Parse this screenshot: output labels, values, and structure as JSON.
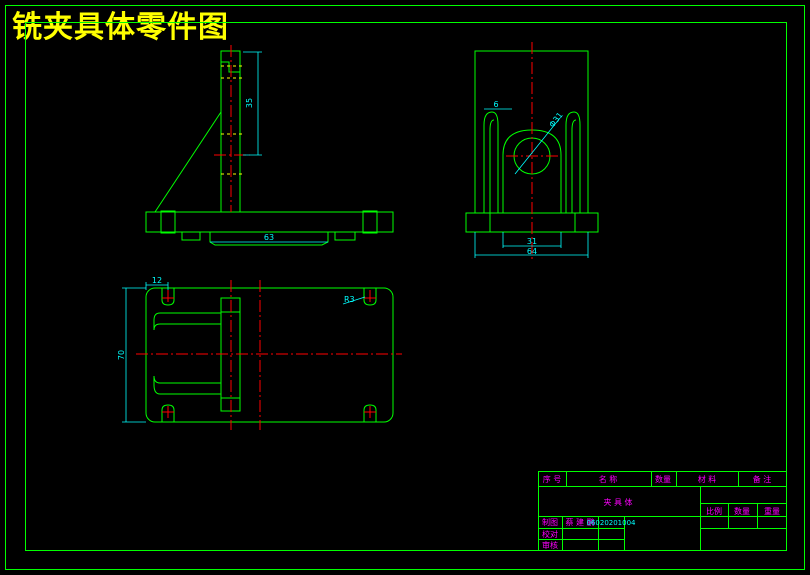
{
  "title": "铣夹具体零件图",
  "dims": {
    "front_height": "35",
    "front_base": "63",
    "side_slot": "6",
    "side_hole": "Φ31",
    "side_inner": "31",
    "side_width": "64",
    "top_slot": "12",
    "top_radius": "R3",
    "top_height": "70"
  },
  "title_block": {
    "h_seq": "序 号",
    "h_name": "名 称",
    "h_qty": "数量",
    "h_material": "材 料",
    "h_remark": "备 注",
    "part_name": "夹 具 体",
    "scale": "比例",
    "quantity": "数量",
    "weight": "重量",
    "drawn": "制图",
    "checked": "校对",
    "reviewed": "审核",
    "designer": "蔡 建 鹏",
    "designer_id": "06020201004"
  },
  "colors": {
    "background": "#000000",
    "outline": "#00ff00",
    "centerline": "#ff0000",
    "hidden": "#ffff00",
    "dimension": "#00ffff",
    "label": "#ff00ff",
    "title": "#ffff00"
  }
}
